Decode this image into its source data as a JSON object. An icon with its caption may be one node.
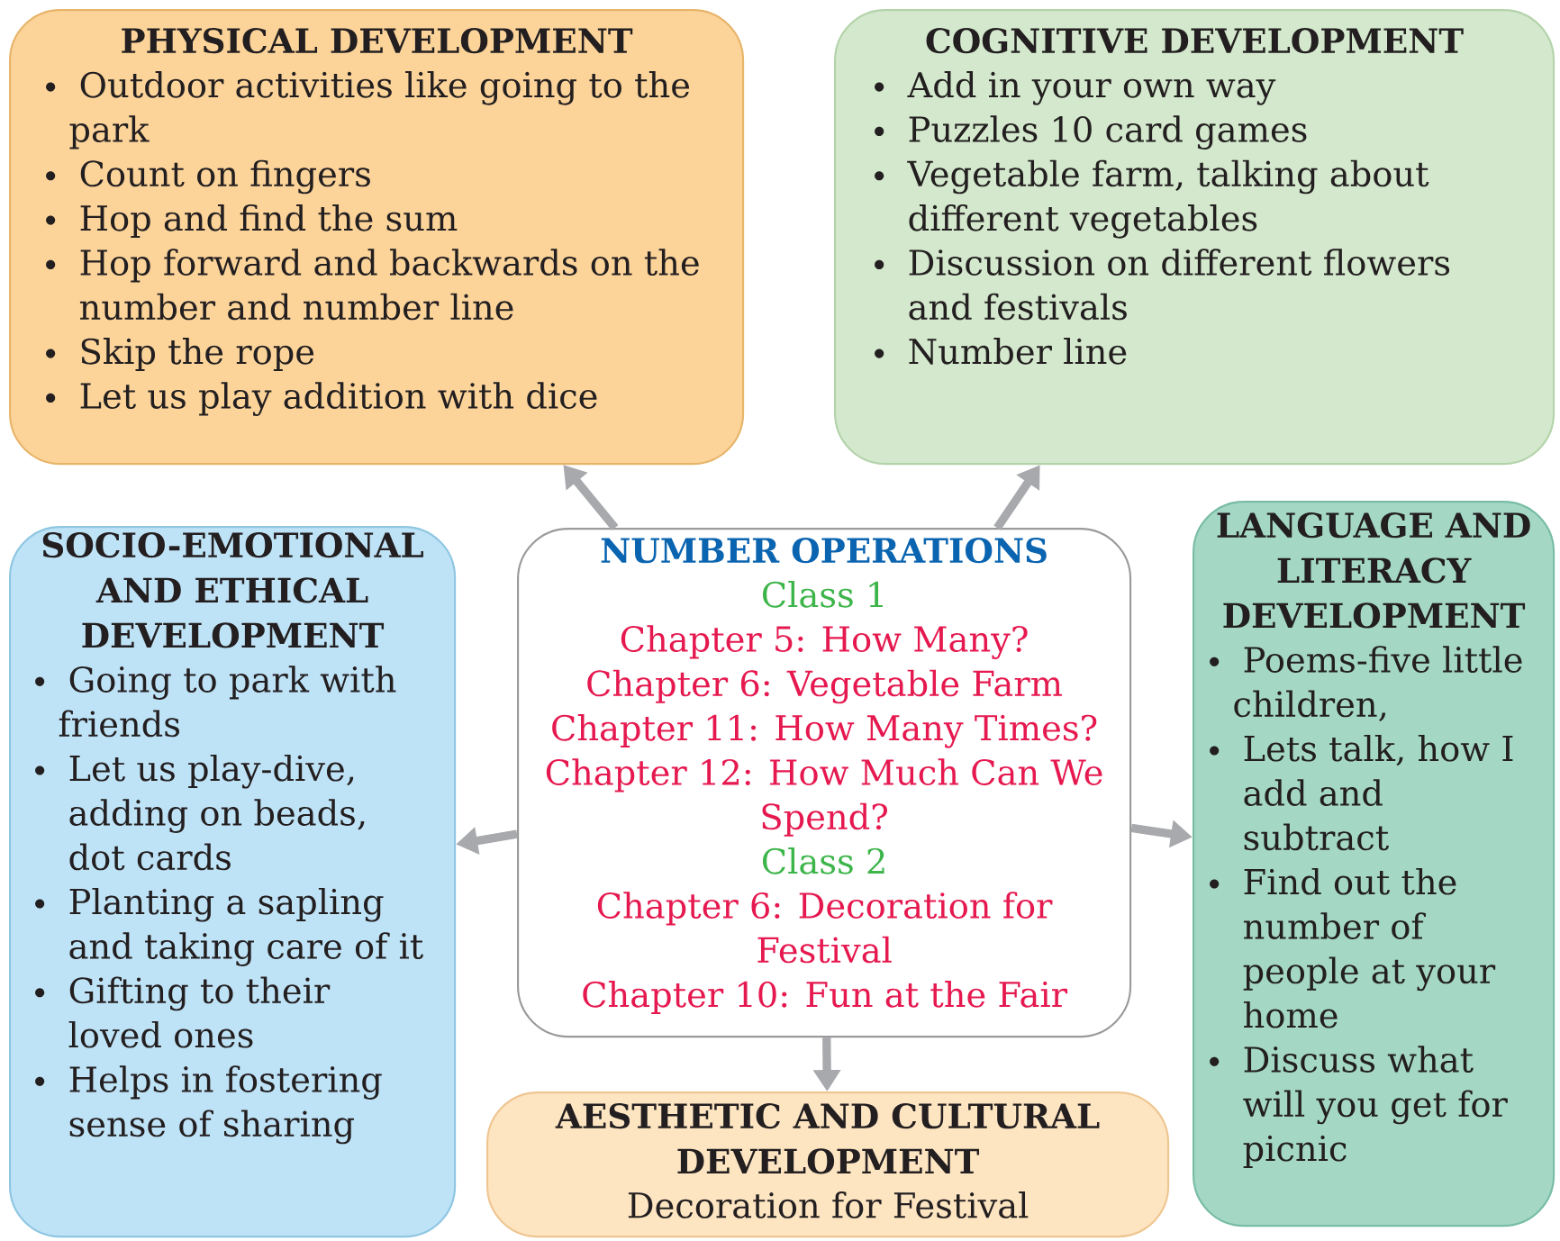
{
  "diagram": {
    "nodes": [
      {
        "text": [
          "PHYSICAL DEVELOPMENT",
          "Outdoor activities like going to the park",
          "Count on fingers",
          "Hop and find the sum",
          "Hop forward and backwards on the number and number line",
          "Skip the rope",
          "Let us play addition with dice"
        ]
      },
      {
        "text": [
          "COGNITIVE DEVELOPMENT",
          "Add in your own way",
          "Puzzles 10 card games",
          "Vegetable farm, talking about different vegetables",
          "Discussion on different flowers and festivals",
          "Number line"
        ]
      },
      {
        "text": [
          "SOCIO-EMOTIONAL AND ETHICAL DEVELOPMENT",
          "Going to park with friends",
          "Let us play-dive, adding on beads, dot cards",
          "Planting a sapling and taking care of it",
          "Gifting to their loved ones",
          "Helps in fostering sense of sharing"
        ]
      },
      {
        "text": [
          "NUMBER OPERATIONS",
          "Class 1",
          "Chapter 5: How Many?",
          "Chapter 6: Vegetable Farm",
          "Chapter 11: How Many Times?",
          "Chapter 12: How Much Can We Spend?",
          "Class 2",
          "Chapter 6: Decoration for Festival",
          "Chapter 10: Fun at the Fair"
        ]
      },
      {
        "text": [
          "LANGUAGE AND LITERACY DEVELOPMENT",
          "Poems-five little children,",
          "Lets talk, how I add and subtract",
          "Find out the number of people at your home",
          "Discuss what will you get for picnic"
        ]
      },
      {
        "text": [
          "AESTHETIC AND CULTURAL DEVELOPMENT",
          "Decoration for Festival"
        ]
      }
    ],
    "edges": [
      {
        "from": 3,
        "to": 0,
        "arrow": "to"
      },
      {
        "from": 3,
        "to": 1,
        "arrow": "to"
      },
      {
        "from": 3,
        "to": 2,
        "arrow": "to"
      },
      {
        "from": 3,
        "to": 4,
        "arrow": "to"
      },
      {
        "from": 3,
        "to": 5,
        "arrow": "to"
      }
    ]
  }
}
